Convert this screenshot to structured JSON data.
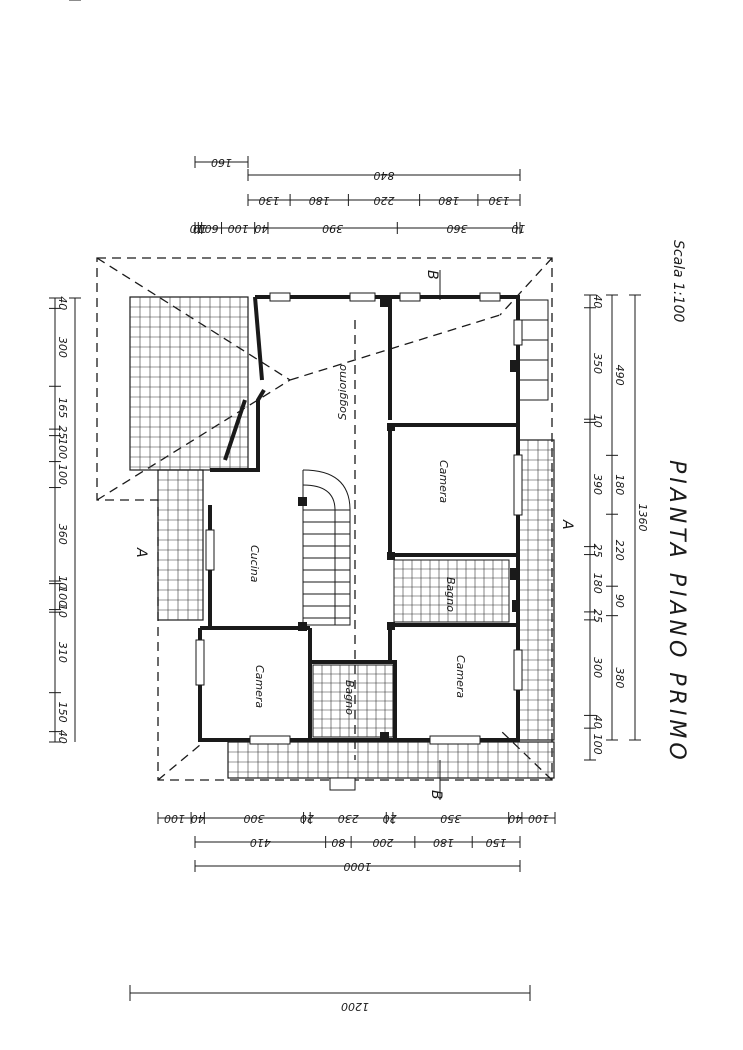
{
  "title": "PIANTA PIANO PRIMO",
  "scale": "Scala 1:100",
  "rooms": {
    "soggiorno": "Soggiorno",
    "cucina": "Cucina",
    "camera_1": "Camera",
    "camera_2": "Camera",
    "camera_3": "Camera",
    "bagno_1": "Bagno",
    "bagno_2": "Bagno"
  },
  "section_marks": {
    "a_left": "A",
    "a_right": "A",
    "b_top": "B",
    "b_bottom": "B"
  },
  "dims_top": {
    "total": "840",
    "overhang": "160",
    "row2": [
      "130",
      "180",
      "220",
      "180",
      "130"
    ],
    "row3": [
      "10",
      "10",
      "60",
      "100",
      "40",
      "390",
      "360",
      "10"
    ]
  },
  "dims_left": [
    "40",
    "300",
    "165",
    "25",
    "100",
    "100",
    "360",
    "10",
    "100",
    "10",
    "310",
    "150",
    "40"
  ],
  "dims_right": {
    "inner": [
      "40",
      "350",
      "10",
      "390",
      "25",
      "180",
      "25",
      "300",
      "40",
      "100"
    ],
    "middle": [
      "490",
      "180",
      "220",
      "90",
      "380"
    ],
    "total": "1360"
  },
  "dims_bottom": {
    "row1": [
      "100",
      "40",
      "300",
      "20",
      "230",
      "20",
      "350",
      "40",
      "100"
    ],
    "row2": [
      "410",
      "80",
      "200",
      "180",
      "150"
    ],
    "total": "1000"
  },
  "dim_far_bottom": "1200"
}
